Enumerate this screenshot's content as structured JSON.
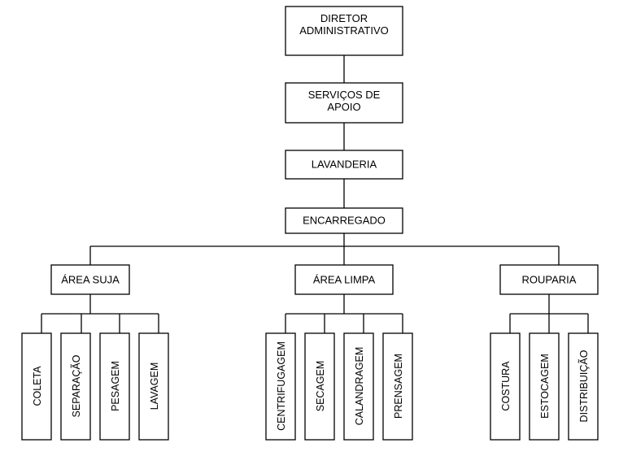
{
  "director": {
    "line1": "DIRETOR",
    "line2": "ADMINISTRATIVO"
  },
  "support": {
    "line1": "SERVIÇOS DE",
    "line2": "APOIO"
  },
  "laundry": "LAVANDERIA",
  "supervisor": "ENCARREGADO",
  "areas": {
    "dirty": {
      "label": "ÁREA SUJA",
      "tasks": [
        "COLETA",
        "SEPARAÇÃO",
        "PESAGEM",
        "LAVAGEM"
      ]
    },
    "clean": {
      "label": "ÁREA LIMPA",
      "tasks": [
        "CENTRIFUGAGEM",
        "SECAGEM",
        "CALANDRAGEM",
        "PRENSAGEM"
      ]
    },
    "linen": {
      "label": "ROUPARIA",
      "tasks": [
        "COSTURA",
        "ESTOCAGEM",
        "DISTRIBUIÇÃO"
      ]
    }
  }
}
